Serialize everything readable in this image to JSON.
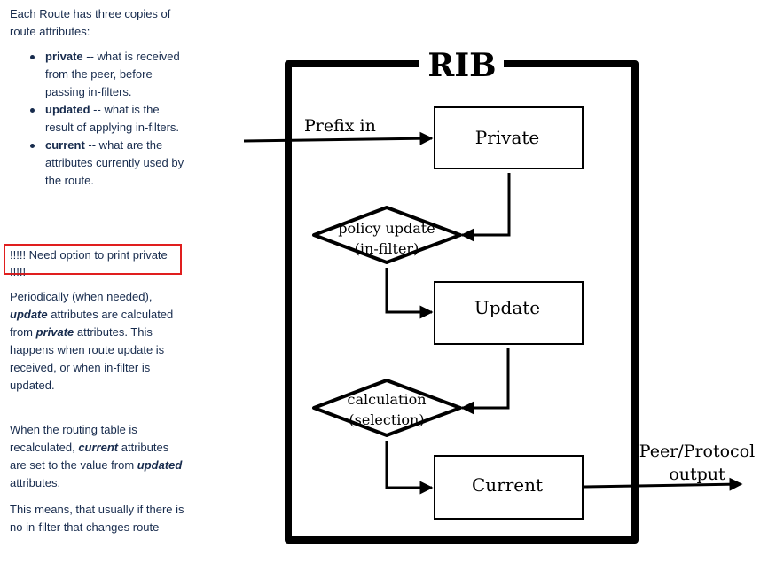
{
  "intro": "Each Route has three copies of route attributes:",
  "bullets": [
    {
      "term": "private",
      "desc": " -- what is received from the peer, before passing in-filters."
    },
    {
      "term": "updated",
      "desc": " -- what is the result of applying in-filters."
    },
    {
      "term": "current",
      "desc": " -- what are the attributes currently used by the route."
    }
  ],
  "note": "!!!!! Need option to print private !!!!!",
  "para1": {
    "a": "Periodically (when needed), ",
    "b": "update",
    "c": " attributes are calculated from ",
    "d": "private",
    "e": " attributes. This happens when route update is received, or when in-filter is updated."
  },
  "para2": {
    "a": "When the routing table is recalculated, ",
    "b": "current",
    "c": " attributes are set to the value from ",
    "d": "updated",
    "e": " attributes."
  },
  "para3": "This means, that usually if there is no in-filter that changes route",
  "diagram": {
    "title": "RIB",
    "input_label": "Prefix in",
    "boxes": {
      "private": "Private",
      "update": "Update",
      "current": "Current"
    },
    "diamond1": {
      "line1": "policy update",
      "line2": "(in-filter)"
    },
    "diamond2": {
      "line1": "calculation",
      "line2": "(selection)"
    },
    "output": {
      "line1": "Peer/Protocol",
      "line2": "output"
    }
  }
}
